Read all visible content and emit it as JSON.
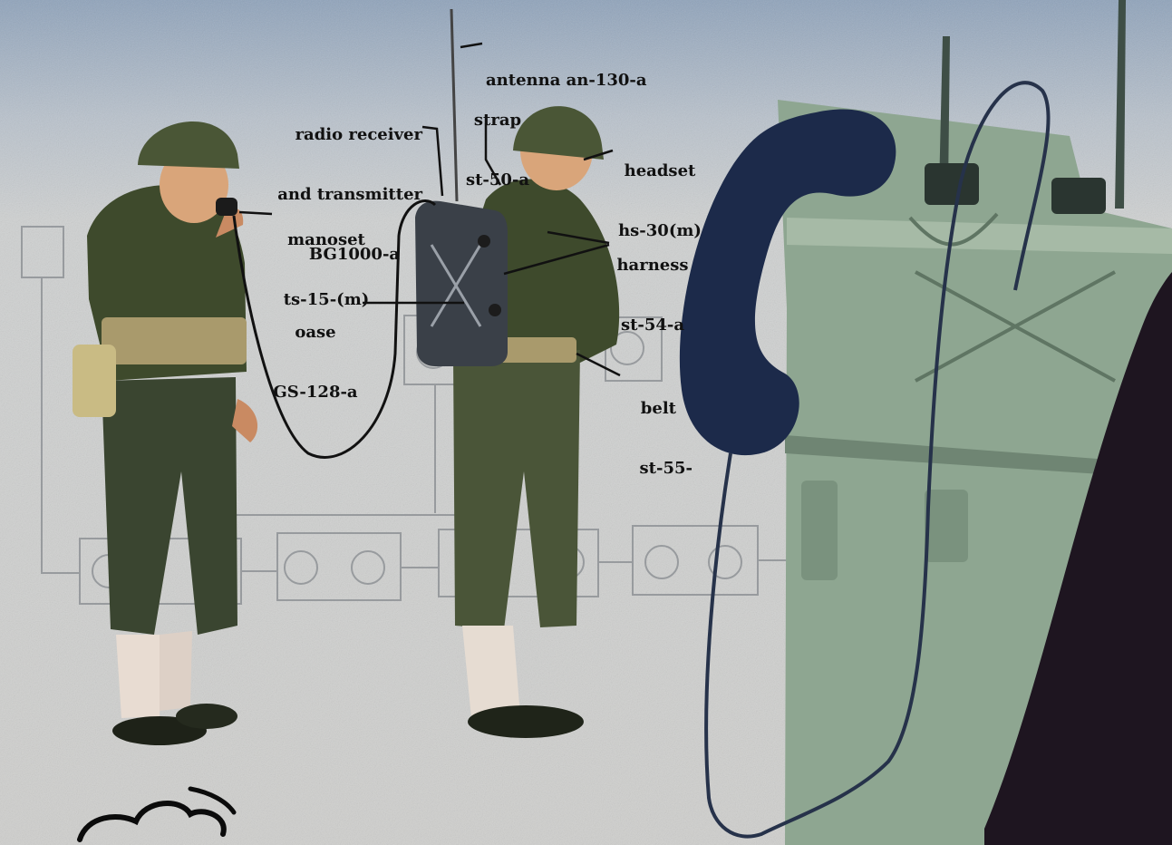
{
  "labels": {
    "antenna": [
      "antenna an-130-a"
    ],
    "strap": [
      "strap",
      "st-50-a"
    ],
    "radio": [
      "radio receiver",
      "and transmitter",
      "BG1000-a"
    ],
    "headset": [
      "headset",
      "hs-30(m)"
    ],
    "manoset": [
      "manoset",
      "ts-15-(m)"
    ],
    "harness": [
      "harness",
      "st-54-a"
    ],
    "oase": [
      "oase",
      "GS-128-a"
    ],
    "belt": [
      "belt",
      "st-55-"
    ]
  },
  "colors": {
    "uniform": "#3e4a2c",
    "helmet": "#4a5636",
    "radio_case": "#8ea691",
    "handset": "#1c2a4a",
    "ink": "#111111"
  }
}
